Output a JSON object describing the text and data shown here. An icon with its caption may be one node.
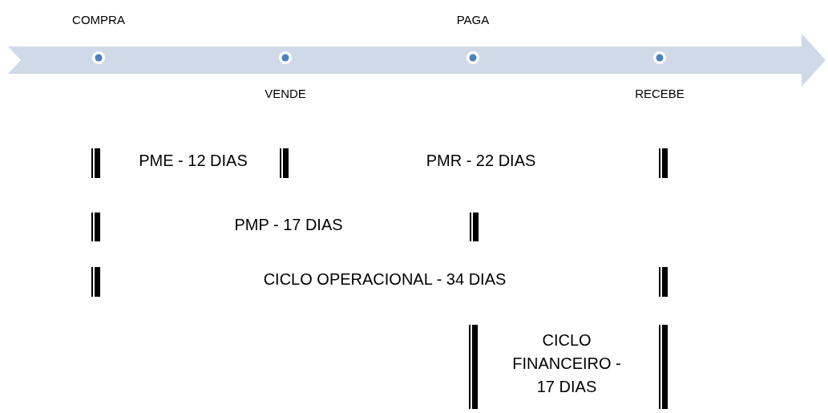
{
  "diagram": {
    "labels": [
      "COMPRA",
      "PAGA",
      "VENDE",
      "RECEBE",
      "PME - 12 DIAS",
      "PMR - 22 DIAS",
      "PMP - 17 DIAS",
      "CICLO OPERACIONAL - 34 DIAS",
      "CICLO FINANCEIRO - 17 DIAS"
    ]
  }
}
